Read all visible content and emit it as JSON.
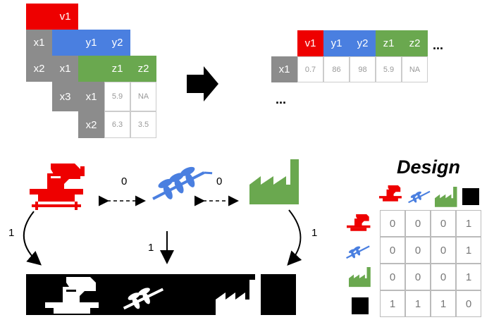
{
  "left_table": {
    "v1": "v1",
    "x1": "x1",
    "y1": "y1",
    "y2": "y2",
    "x2": "x2",
    "x1b": "x1",
    "z1": "z1",
    "z2": "z2",
    "x3": "x3",
    "x1c": "x1",
    "c1": "5.9",
    "c2": "NA",
    "x2b": "x2",
    "c3": "6.3",
    "c4": "3.5"
  },
  "right_table": {
    "headers": [
      "v1",
      "y1",
      "y2",
      "z1",
      "z2"
    ],
    "row_label": "x1",
    "values": [
      "0.7",
      "86",
      "98",
      "5.9",
      "NA"
    ],
    "ellipsis_right": "...",
    "ellipsis_bottom": "..."
  },
  "edges": {
    "left_middle": "0",
    "middle_right": "0",
    "left_down": "1",
    "middle_down": "1",
    "right_down": "1"
  },
  "design": {
    "title": "Design",
    "matrix": [
      [
        "0",
        "0",
        "0",
        "1"
      ],
      [
        "0",
        "0",
        "0",
        "1"
      ],
      [
        "0",
        "0",
        "0",
        "1"
      ],
      [
        "1",
        "1",
        "1",
        "0"
      ]
    ]
  },
  "colors": {
    "red": "#ee0000",
    "blue": "#4a7fe0",
    "green": "#6aa84f",
    "grey": "#8c8c8c",
    "black": "#000000"
  },
  "icons": [
    "ballot-box-icon",
    "wheat-icon",
    "factory-icon"
  ]
}
